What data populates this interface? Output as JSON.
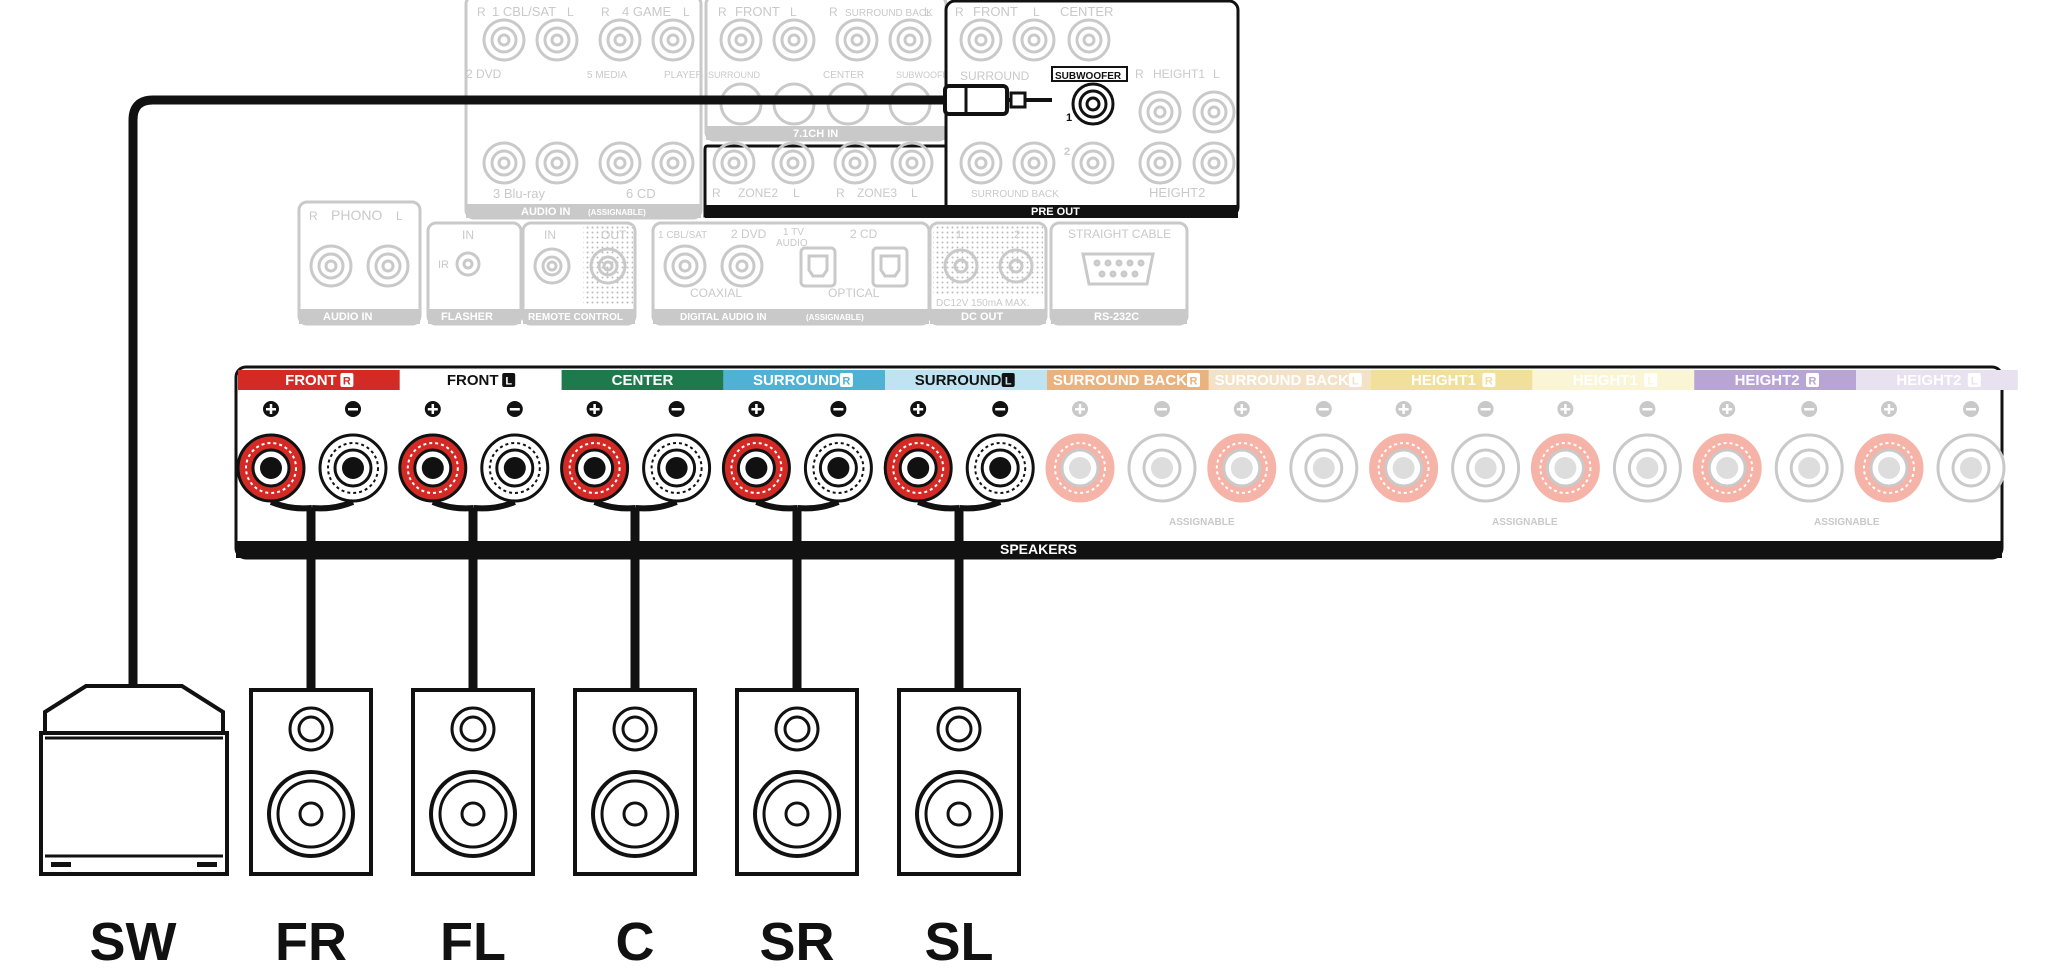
{
  "audio_in_panel": {
    "r_top_left": "R",
    "cbl_sat": "1 CBL/SAT",
    "l_top_left": "L",
    "r_top_mid": "R",
    "game": "4 GAME",
    "l_top_mid": "L",
    "dvd": "2 DVD",
    "media": "5 MEDIA",
    "player": "PLAYER",
    "bluray": "3 Blu-ray",
    "cd": "6 CD",
    "title": "AUDIO IN",
    "title_note": "(ASSIGNABLE)"
  },
  "ch71_panel": {
    "r1": "R",
    "front": "FRONT",
    "l1": "L",
    "r2": "R",
    "surround_back": "SURROUND BACK",
    "l2": "L",
    "surround": "SURROUND",
    "center": "CENTER",
    "subwoofer": "SUBWOOFER",
    "title": "7.1CH IN"
  },
  "pre_out_panel": {
    "r_front": "R",
    "front": "FRONT",
    "l_front": "L",
    "center": "CENTER",
    "surround": "SURROUND",
    "subwoofer_tag": "SUBWOOFER",
    "sub_num_1": "1",
    "sub_num_2": "2",
    "r_height1": "R",
    "height1": "HEIGHT1",
    "l_height1": "L",
    "r_zone2": "R",
    "zone2": "ZONE2",
    "l_zone2": "L",
    "r_zone3": "R",
    "zone3": "ZONE3",
    "l_zone3": "L",
    "surround_back": "SURROUND BACK",
    "height2": "HEIGHT2",
    "title": "PRE OUT"
  },
  "phono_panel": {
    "r": "R",
    "label": "PHONO",
    "l": "L",
    "title": "AUDIO IN"
  },
  "flasher_panel": {
    "in": "IN",
    "ir": "IR",
    "title": "FLASHER"
  },
  "remote_panel": {
    "in": "IN",
    "out": "OUT",
    "title": "REMOTE CONTROL"
  },
  "digital_panel": {
    "cbl_sat": "1 CBL/SAT",
    "dvd": "2 DVD",
    "tv_audio_1": "1 TV",
    "tv_audio_2": "AUDIO",
    "cd": "2 CD",
    "coaxial": "COAXIAL",
    "optical": "OPTICAL",
    "title": "DIGITAL AUDIO IN",
    "title_note": "(ASSIGNABLE)"
  },
  "dc_panel": {
    "n1": "1",
    "n2": "2",
    "spec": "DC12V 150mA MAX.",
    "title": "DC OUT"
  },
  "rs_panel": {
    "label": "STRAIGHT CABLE",
    "title": "RS-232C"
  },
  "speakers": {
    "title": "SPEAKERS",
    "assignable": "ASSIGNABLE",
    "channels": [
      {
        "name": "FRONT",
        "side": "R",
        "color": "#d32a25",
        "active": true
      },
      {
        "name": "FRONT",
        "side": "L",
        "color": "#ffffff",
        "active": true
      },
      {
        "name": "CENTER",
        "side": "",
        "color": "#1e7a4c",
        "active": true
      },
      {
        "name": "SURROUND",
        "side": "R",
        "color": "#4fb2d4",
        "active": true
      },
      {
        "name": "SURROUND",
        "side": "L",
        "color": "#bfe3f1",
        "active": true
      },
      {
        "name": "SURROUND BACK",
        "side": "R",
        "color": "#e9b27f",
        "active": false
      },
      {
        "name": "SURROUND BACK",
        "side": "L",
        "color": "#f4e2c8",
        "active": false
      },
      {
        "name": "HEIGHT1",
        "side": "R",
        "color": "#f1e09c",
        "active": false
      },
      {
        "name": "HEIGHT1",
        "side": "L",
        "color": "#faf5d4",
        "active": false
      },
      {
        "name": "HEIGHT2",
        "side": "R",
        "color": "#b9a5d3",
        "active": false
      },
      {
        "name": "HEIGHT2",
        "side": "L",
        "color": "#e7e1f0",
        "active": false
      }
    ]
  },
  "speaker_units": [
    "SW",
    "FR",
    "FL",
    "C",
    "SR",
    "SL"
  ],
  "colors": {
    "line": "#111111",
    "faded": "#c9c9c9",
    "red_terminal": "#d32a25"
  }
}
